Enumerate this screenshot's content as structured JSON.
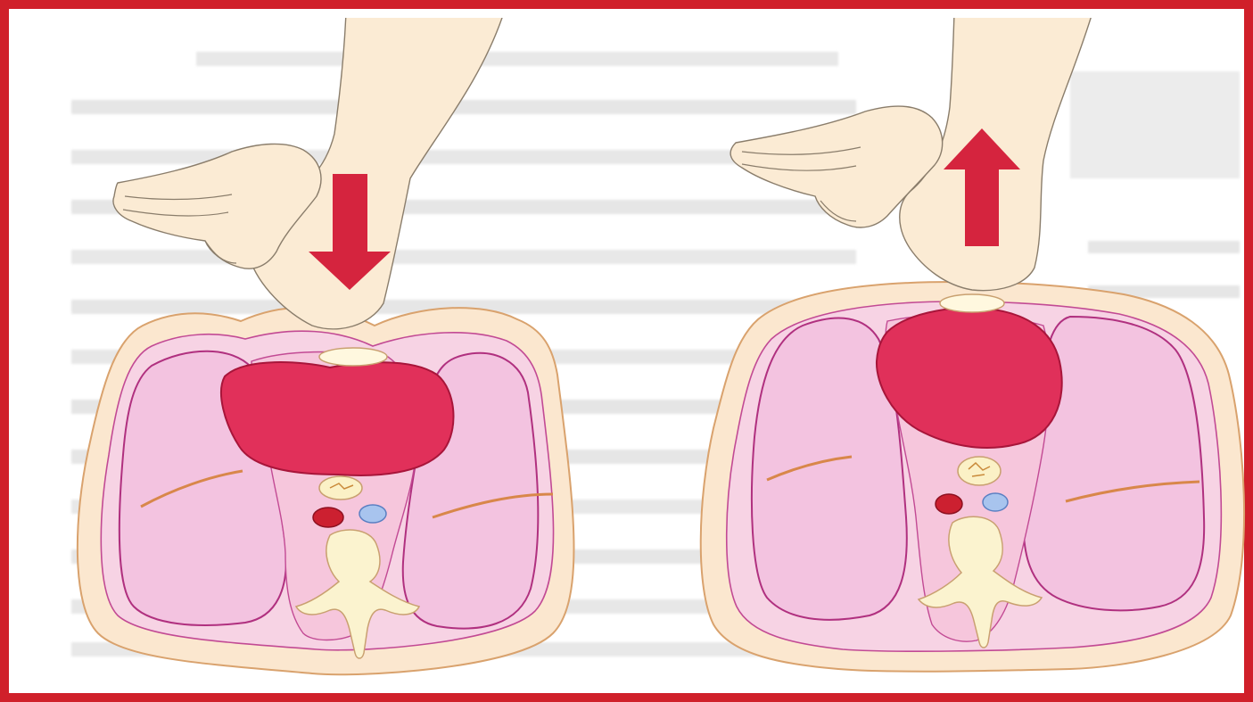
{
  "figure": {
    "panels": [
      {
        "id": "compression",
        "arrow_direction": "down"
      },
      {
        "id": "release",
        "arrow_direction": "up"
      }
    ]
  },
  "colors": {
    "frame": "#d0202a",
    "arrow": "#d5243e",
    "heart": "#e0305a",
    "lung": "#f4c8e4",
    "chest_wall": "#f7dde8",
    "skin": "#fbe7cf",
    "bone": "#fbf3cf",
    "artery": "#cc2030",
    "vein": "#a8c4ee",
    "outline": "#b7308a",
    "rib": "#d8874a",
    "background_text": "#e4e4e4"
  },
  "icons": {
    "down_arrow": "arrow-down-icon",
    "up_arrow": "arrow-up-icon"
  }
}
